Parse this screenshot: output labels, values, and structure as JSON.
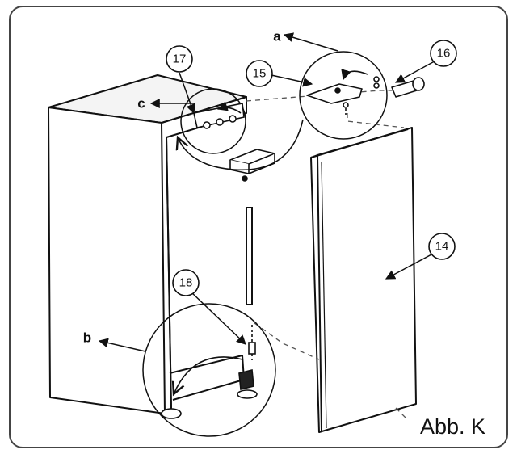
{
  "figure": {
    "caption": "Abb. K",
    "callouts": [
      "14",
      "15",
      "16",
      "17",
      "18"
    ],
    "letters": [
      "a",
      "b",
      "c"
    ]
  }
}
